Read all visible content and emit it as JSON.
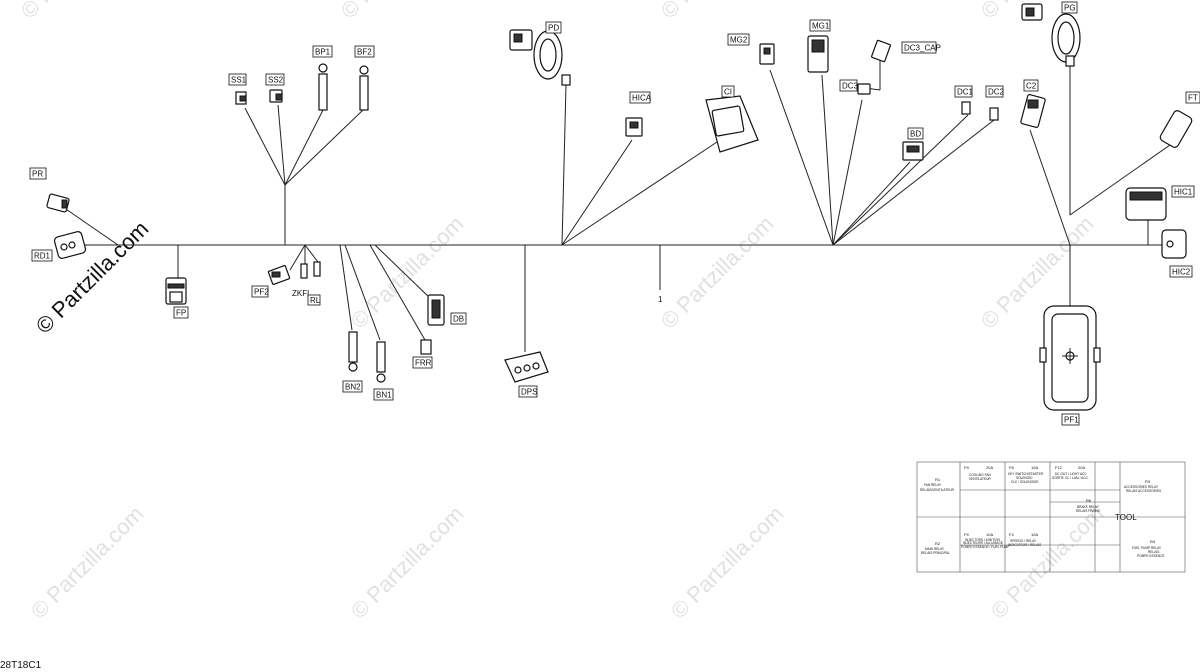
{
  "watermarks": {
    "main": "© Partzilla.com",
    "faint": "© Partzilla.com"
  },
  "doc_id": "28T18C1",
  "harness_ref": "1",
  "connectors": {
    "PR": "PR",
    "RD1": "RD1",
    "FP": "FP",
    "PF2": "PF2",
    "ZKFL": "ZKFL",
    "RL": "RL",
    "SS1": "SS1",
    "SS2": "SS2",
    "BP1": "BP1",
    "BF2": "BF2",
    "BN2": "BN2",
    "BN1": "BN1",
    "FRR": "FRR",
    "DB": "DB",
    "DPS": "DPS",
    "PD": "PD",
    "HICA": "HICA",
    "CI": "CI",
    "MG2": "MG2",
    "MG1": "MG1",
    "DC3CAP": "DC3_CAP",
    "DC3": "DC3",
    "BD": "BD",
    "DC1": "DC1",
    "DC2": "DC2",
    "PG": "PG",
    "C2": "C2",
    "FT": "FT",
    "HIC1": "HIC1",
    "HIC2": "HIC2",
    "PF1": "PF1"
  },
  "fuse_label": {
    "R1": "R1",
    "R1_desc1": "FAN RELAY",
    "R1_desc2": "RELAIS/VENTILATEUR",
    "F9": "F9",
    "F9_amp": "20A",
    "F9_desc1": "COOLING FAN",
    "F9_desc2": "VENTILATEUR",
    "F8": "F8",
    "F8_amp": "10A",
    "F8_desc1": "KEY SWITCH/STARTER",
    "F8_desc2": "SOLENOID",
    "F8_desc3": "CLE / SOLENOIDE",
    "F12": "F12",
    "F12_amp": "20A",
    "F12_desc1": "DC OUT / LIGHT ACC.",
    "F12_desc2": "SORTIE CC / LUM / ACC.",
    "R3": "R3",
    "R3_desc1": "ACCESSORIES RELAY",
    "R3_desc2": "RELAIS ACCESSOIRES",
    "R6": "R6",
    "R6_desc1": "BRAKE RELAY",
    "R6_desc2": "RELAIS FREINS",
    "TOOL": "TOOL",
    "R2": "R2",
    "R2_desc1": "MAIN RELAY",
    "R2_desc2": "RELAIS PRINCIPAL",
    "F5": "F5",
    "F5_amp": "10A",
    "F5_desc1": "INJECTORS / IGNITION",
    "F5_desc2": "INJECTEURS / ALLUMAGE",
    "F5_desc3": "POMPE ESSENCE / FUEL PUMP",
    "F4": "F4",
    "F4_amp": "10A",
    "F4_desc1": "SPEEDO / RELAY",
    "F4_desc2": "INDICATEUR / RELAIS",
    "R4": "R4",
    "R4_desc1": "FUEL PUMP RELAY",
    "R4_desc2": "RELAIS",
    "R4_desc3": "POMPE ESSENCE"
  }
}
